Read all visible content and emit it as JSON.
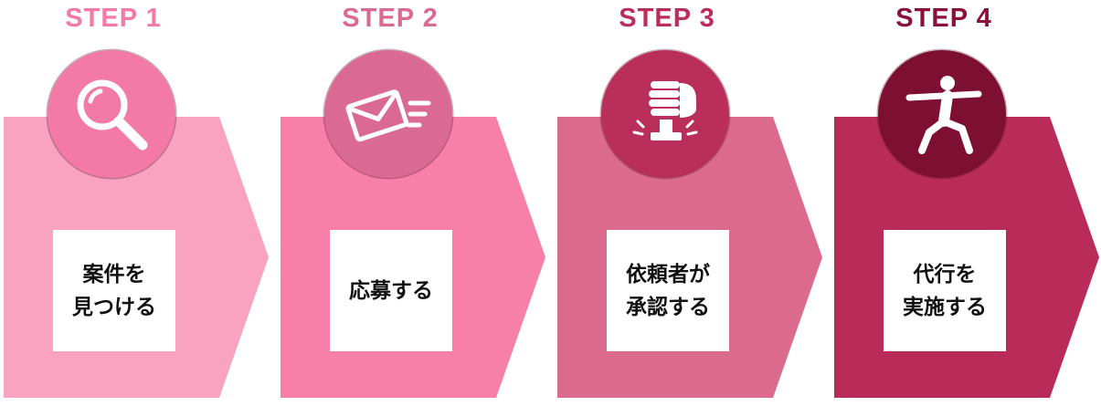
{
  "colors": {
    "step1": {
      "label": "#f27aa5",
      "arrow": "#f9a3c0",
      "circle": "#f27aa5"
    },
    "step2": {
      "label": "#db6a92",
      "arrow": "#f77fa8",
      "circle": "#db6a92"
    },
    "step3": {
      "label": "#b92e5a",
      "arrow": "#db6a8c",
      "circle": "#b92e5a"
    },
    "step4": {
      "label": "#8a1238",
      "arrow": "#b92b59",
      "circle": "#7d0f33"
    }
  },
  "steps": [
    {
      "label": "STEP 1",
      "icon": "magnifier-icon",
      "lines": [
        "案件を",
        "見つける"
      ]
    },
    {
      "label": "STEP 2",
      "icon": "envelope-icon",
      "lines": [
        "応募する"
      ]
    },
    {
      "label": "STEP 3",
      "icon": "fist-stamp-icon",
      "lines": [
        "依頼者が",
        "承認する"
      ]
    },
    {
      "label": "STEP 4",
      "icon": "action-figure-icon",
      "lines": [
        "代行を",
        "実施する"
      ]
    }
  ]
}
